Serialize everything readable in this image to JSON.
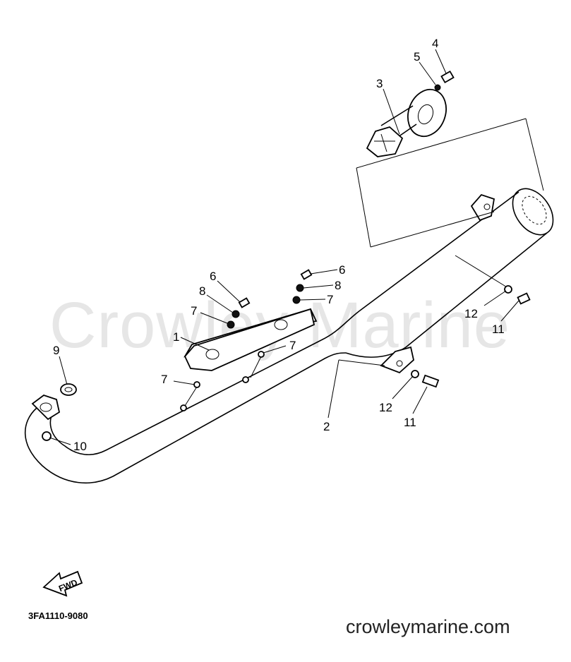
{
  "watermark": "Crowley Marine",
  "callouts": {
    "c1": "1",
    "c2": "2",
    "c3": "3",
    "c4": "4",
    "c5": "5",
    "c6a": "6",
    "c6b": "6",
    "c7a": "7",
    "c7b": "7",
    "c7c": "7",
    "c7d": "7",
    "c8a": "8",
    "c8b": "8",
    "c9": "9",
    "c10": "10",
    "c11a": "11",
    "c11b": "11",
    "c12a": "12",
    "c12b": "12"
  },
  "fwd_label": "FWD",
  "diagram_code": "3FA1110-9080",
  "site": "crowleymarine.com"
}
